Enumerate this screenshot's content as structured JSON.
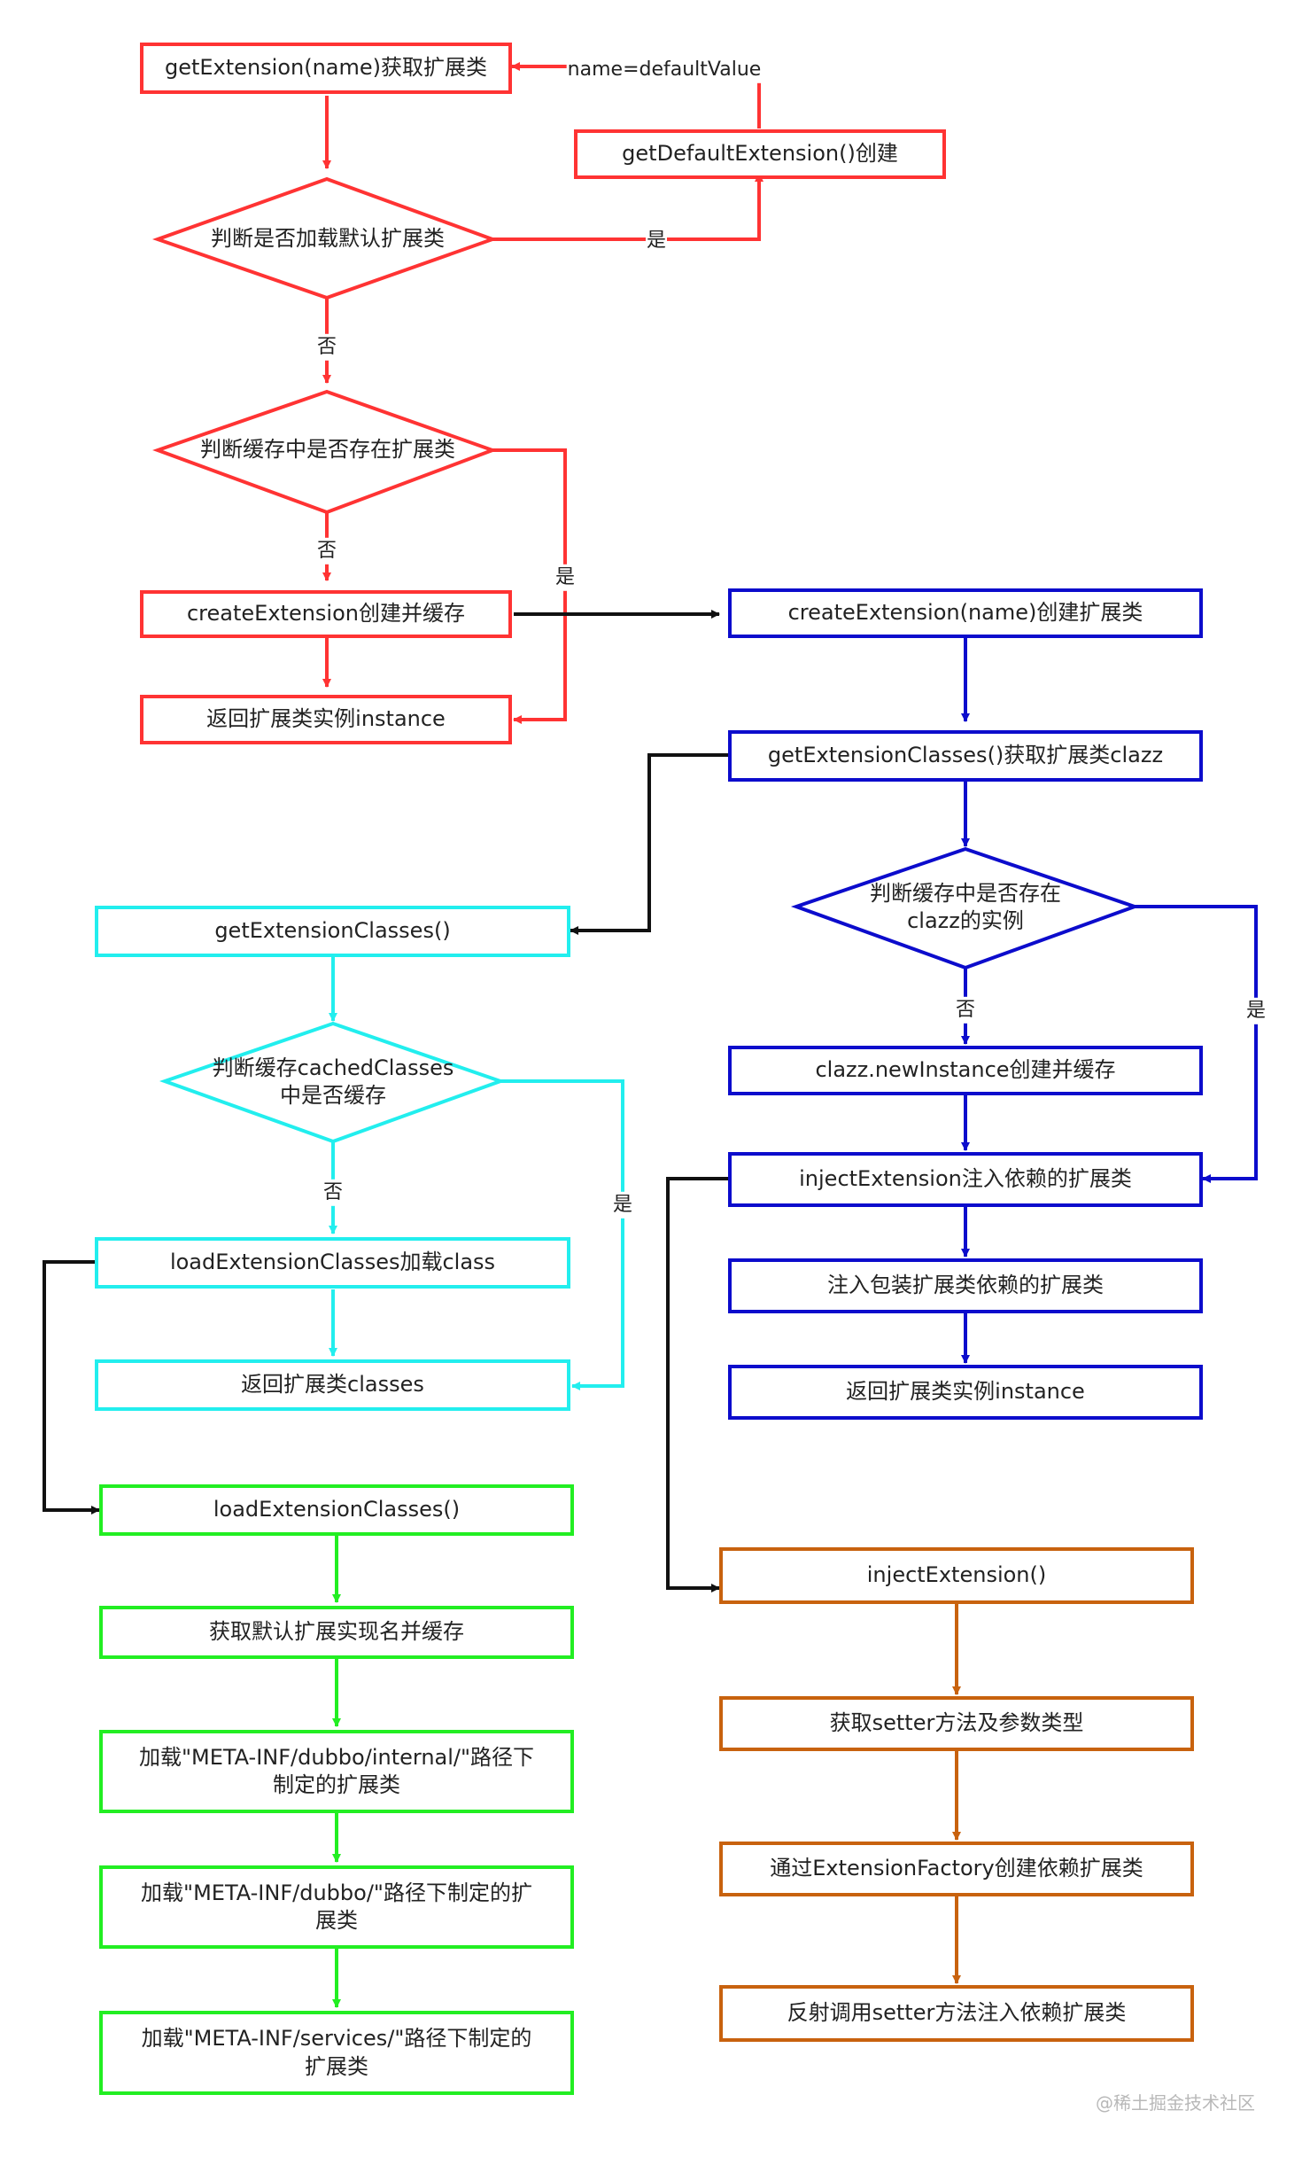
{
  "nodes": {
    "r_get_ext": "getExtension(name)获取扩展类",
    "r_default_ext": "getDefaultExtension()创建",
    "r_d_load_default": "判断是否加载默认扩展类",
    "r_d_cache": "判断缓存中是否存在扩展类",
    "r_create_ext_cache": "createExtension创建并缓存",
    "r_return_instance": "返回扩展类实例instance",
    "b_create_ext": "createExtension(name)创建扩展类",
    "b_get_ext_classes": "getExtensionClasses()获取扩展类clazz",
    "b_d_cache_clazz": "判断缓存中是否存在\nclazz的实例",
    "b_new_instance": "clazz.newInstance创建并缓存",
    "b_inject_ext": "injectExtension注入依赖的扩展类",
    "b_inject_wrapper": "注入包装扩展类依赖的扩展类",
    "b_return_instance": "返回扩展类实例instance",
    "c_get_classes": "getExtensionClasses()",
    "c_d_cached": "判断缓存cachedClasses\n中是否缓存",
    "c_load_classes": "loadExtensionClasses加载class",
    "c_return_classes": "返回扩展类classes",
    "g_load_classes": "loadExtensionClasses()",
    "g_default_name": "获取默认扩展实现名并缓存",
    "g_load_internal": "加载\"META-INF/dubbo/internal/\"路径下\n制定的扩展类",
    "g_load_dubbo": "加载\"META-INF/dubbo/\"路径下制定的扩\n展类",
    "g_load_services": "加载\"META-INF/services/\"路径下制定的\n扩展类",
    "o_inject": "injectExtension()",
    "o_setter": "获取setter方法及参数类型",
    "o_factory": "通过ExtensionFactory创建依赖扩展类",
    "o_reflect": "反射调用setter方法注入依赖扩展类"
  },
  "edge_labels": {
    "name_default": "name=defaultValue",
    "yes_1": "是",
    "no_1": "否",
    "no_2": "否",
    "yes_2": "是",
    "no_3": "否",
    "yes_3": "是",
    "no_4": "否",
    "yes_4": "是"
  },
  "watermark": "@稀土掘金技术社区",
  "colors": {
    "red": "#ff3333",
    "blue": "#0c0ccc",
    "cyan": "#22eeee",
    "green": "#22ee22",
    "orange": "#c8620e",
    "black": "#111111"
  }
}
